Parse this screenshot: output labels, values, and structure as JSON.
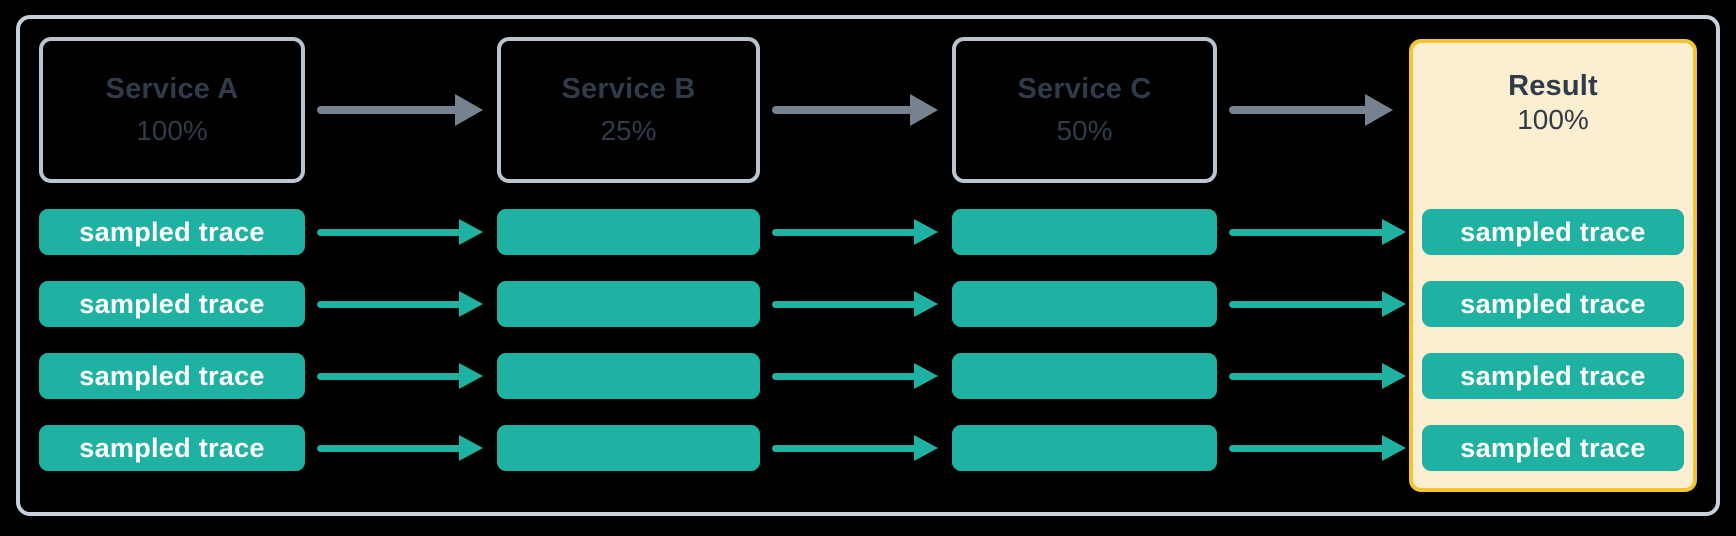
{
  "diagram": {
    "columns": [
      {
        "title": "Service A",
        "value": "100%",
        "kind": "service"
      },
      {
        "title": "Service B",
        "value": "25%",
        "kind": "service"
      },
      {
        "title": "Service C",
        "value": "50%",
        "kind": "service"
      },
      {
        "title": "Result",
        "value": "100%",
        "kind": "result"
      }
    ],
    "row_count": 4,
    "pill_label": "sampled trace",
    "pill_labeled_columns": [
      0,
      3
    ],
    "colors": {
      "background": "#000000",
      "teal": "#1fb1a1",
      "arrow_gray": "#76828f",
      "service_border": "#b9c4cf",
      "outer_border": "#c9d2dc",
      "text_dark": "#2f3b48",
      "result_bg": "#fbeed1",
      "result_border": "#f5c431",
      "pill_text": "#ffffff"
    }
  }
}
